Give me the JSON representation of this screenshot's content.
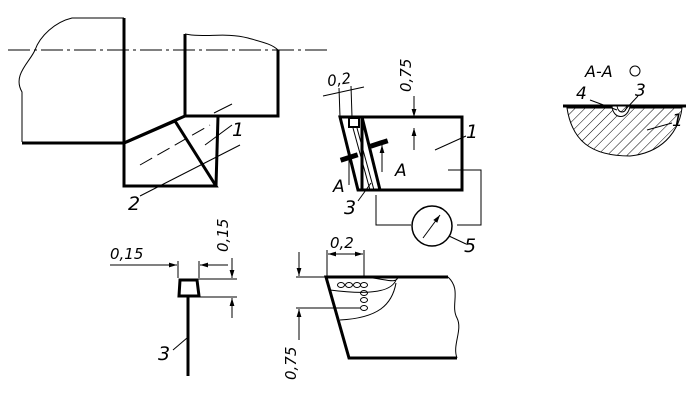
{
  "labels": {
    "part_1": "1",
    "part_2": "2",
    "part_3": "3",
    "part_4": "4",
    "part_5": "5",
    "section_marker": "A",
    "section_title": "A-A",
    "dim_0_2": "0,2",
    "dim_0_75": "0,75",
    "dim_0_15": "0,15"
  },
  "colors": {
    "line": "#000000",
    "background": "#ffffff"
  },
  "icons": {
    "gauge": "dial-gauge-icon",
    "section_rotation": "circle-rotation-icon"
  }
}
